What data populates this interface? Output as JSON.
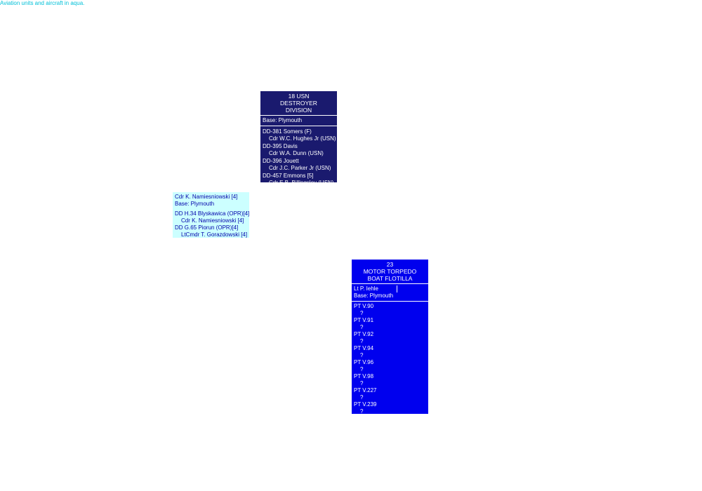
{
  "note": "Aviation units and aircraft in aqua.",
  "usn_division": {
    "title": [
      "18 USN",
      "DESTROYER",
      "DIVISION"
    ],
    "base": "Base: Plymouth",
    "ships": [
      {
        "name": "DD-381  Somers (F)",
        "cmdr": "Cdr  W.C. Hughes Jr (USN)"
      },
      {
        "name": "DD-395  Davis",
        "cmdr": "Cdr  W.A. Dunn (USN)"
      },
      {
        "name": "DD-396  Jouett",
        "cmdr": "Cdr  J.C. Parker Jr (USN)"
      },
      {
        "name": "DD-457  Emmons [5]",
        "cmdr": "Cdr  E.B. Billingsley (USN)"
      }
    ]
  },
  "polish_group": {
    "commander": "Cdr  K. Namiesniowski [4]",
    "base": "Base:  Plymouth",
    "ships": [
      {
        "name": "DD  H.34  Blyskawica (OPR)[4]",
        "cmdr": "Cdr  K. Namiesniowski [4]"
      },
      {
        "name": "DD  G.65  Piorun (OPR)[4]",
        "cmdr": "LtCmdr  T. Gorazdowski [4]"
      }
    ]
  },
  "mtb_flotilla": {
    "title": [
      "23",
      "MOTOR TORPEDO",
      "BOAT FLOTILLA"
    ],
    "commander": "Lt  P. Iehle",
    "base": "Base:  Plymouth",
    "boats": [
      {
        "name": "PT  V.90",
        "cmdr": "?"
      },
      {
        "name": "PT  V.91",
        "cmdr": "?"
      },
      {
        "name": "PT  V.92",
        "cmdr": "?"
      },
      {
        "name": "PT  V.94",
        "cmdr": "?"
      },
      {
        "name": "PT  V.96",
        "cmdr": "?"
      },
      {
        "name": "PT  V.98",
        "cmdr": "?"
      },
      {
        "name": "PT  V.227",
        "cmdr": "?"
      },
      {
        "name": "PT  V.239",
        "cmdr": "?"
      }
    ]
  }
}
